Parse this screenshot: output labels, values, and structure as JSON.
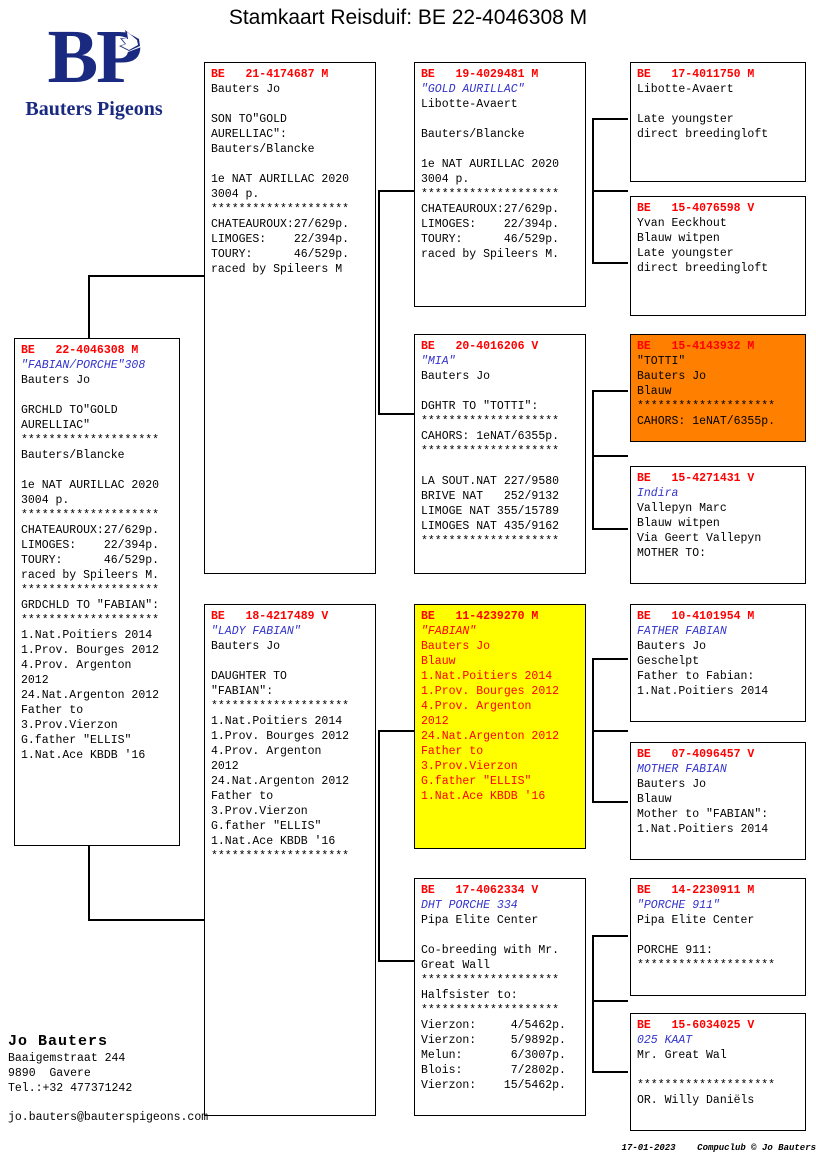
{
  "document": {
    "title": "Stamkaart Reisduif: BE  22-4046308 M",
    "logo": {
      "letters": "BP",
      "subtitle": "Bauters Pigeons",
      "icon": "pigeon-silhouette",
      "color": "#1a2a80"
    }
  },
  "colors": {
    "ring_red": "#ff0000",
    "nickname_blue": "#3333cc",
    "highlight_yellow": "#ffff00",
    "highlight_orange": "#ff8000",
    "text_black": "#000000"
  },
  "subject": {
    "ring": "BE   22-4046308 M",
    "nickname": "\"FABIAN/PORCHE\"308",
    "body": "Bauters Jo\n\nGRCHLD TO\"GOLD\nAURELLIAC\"\n********************\nBauters/Blancke\n\n1e NAT AURILLAC 2020\n3004 p.\n********************\nCHATEAUROUX:27/629p.\nLIMOGES:    22/394p.\nTOURY:      46/529p.\nraced by Spileers M.\n********************\nGRDCHLD TO \"FABIAN\":\n********************\n1.Nat.Poitiers 2014\n1.Prov. Bourges 2012\n4.Prov. Argenton\n2012\n24.Nat.Argenton 2012\nFather to\n3.Prov.Vierzon\nG.father \"ELLIS\"\n1.Nat.Ace KBDB '16"
  },
  "generation2": {
    "sire": {
      "ring": "BE   21-4174687 M",
      "nickname": "",
      "body": "Bauters Jo\n\nSON TO\"GOLD\nAURELLIAC\":\nBauters/Blancke\n\n1e NAT AURILLAC 2020\n3004 p.\n********************\nCHATEAUROUX:27/629p.\nLIMOGES:    22/394p.\nTOURY:      46/529p.\nraced by Spileers M",
      "highlight": "none"
    },
    "dam": {
      "ring": "BE   18-4217489 V",
      "nickname": "\"LADY FABIAN\"",
      "body": "Bauters Jo\n\nDAUGHTER TO\n\"FABIAN\":\n********************\n1.Nat.Poitiers 2014\n1.Prov. Bourges 2012\n4.Prov. Argenton\n2012\n24.Nat.Argenton 2012\nFather to\n3.Prov.Vierzon\nG.father \"ELLIS\"\n1.Nat.Ace KBDB '16\n********************",
      "highlight": "none"
    }
  },
  "generation3": {
    "sire_sire": {
      "ring": "BE   19-4029481 M",
      "nickname": "\"GOLD AURILLAC\"",
      "body": "Libotte-Avaert\n\nBauters/Blancke\n\n1e NAT AURILLAC 2020\n3004 p.\n********************\nCHATEAUROUX:27/629p.\nLIMOGES:    22/394p.\nTOURY:      46/529p.\nraced by Spileers M.",
      "highlight": "none"
    },
    "sire_dam": {
      "ring": "BE   20-4016206 V",
      "nickname": "\"MIA\"",
      "body": "Bauters Jo\n\nDGHTR TO \"TOTTI\":\n********************\nCAHORS: 1eNAT/6355p.\n********************\n\nLA SOUT.NAT 227/9580\nBRIVE NAT   252/9132\nLIMOGE NAT 355/15789\nLIMOGES NAT 435/9162\n********************",
      "highlight": "none"
    },
    "dam_sire": {
      "ring": "BE   11-4239270 M",
      "nickname": "\"FABIAN\"",
      "body": "Bauters Jo\nBlauw\n1.Nat.Poitiers 2014\n1.Prov. Bourges 2012\n4.Prov. Argenton\n2012\n24.Nat.Argenton 2012\nFather to\n3.Prov.Vierzon\nG.father \"ELLIS\"\n1.Nat.Ace KBDB '16",
      "highlight": "yellow"
    },
    "dam_dam": {
      "ring": "BE   17-4062334 V",
      "nickname": "DHT PORCHE 334",
      "body": "Pipa Elite Center\n\nCo-breeding with Mr.\nGreat Wall\n********************\nHalfsister to:\n********************\nVierzon:     4/5462p.\nVierzon:     5/9892p.\nMelun:       6/3007p.\nBlois:       7/2802p.\nVierzon:    15/5462p.",
      "highlight": "none"
    }
  },
  "generation4": {
    "b1": {
      "ring": "BE   17-4011750 M",
      "nickname": "",
      "body": "Libotte-Avaert\n\nLate youngster\ndirect breedingloft",
      "highlight": "none"
    },
    "b2": {
      "ring": "BE   15-4076598 V",
      "nickname": "",
      "body": "Yvan Eeckhout\nBlauw witpen\nLate youngster\ndirect breedingloft",
      "highlight": "none"
    },
    "b3": {
      "ring": "BE   15-4143932 M",
      "nickname": "\"TOTTI\"",
      "body": "Bauters Jo\nBlauw\n********************\nCAHORS: 1eNAT/6355p.",
      "highlight": "orange"
    },
    "b4": {
      "ring": "BE   15-4271431 V",
      "nickname": "Indira",
      "body": "Vallepyn Marc\nBlauw witpen\nVia Geert Vallepyn\nMOTHER TO:",
      "highlight": "none"
    },
    "b5": {
      "ring": "BE   10-4101954 M",
      "nickname": "FATHER FABIAN",
      "body": "Bauters Jo\nGeschelpt\nFather to Fabian:\n1.Nat.Poitiers 2014",
      "highlight": "none"
    },
    "b6": {
      "ring": "BE   07-4096457 V",
      "nickname": "MOTHER FABIAN",
      "body": "Bauters Jo\nBlauw\nMother to \"FABIAN\":\n1.Nat.Poitiers 2014",
      "highlight": "none"
    },
    "b7": {
      "ring": "BE   14-2230911 M",
      "nickname": "\"PORCHE 911\"",
      "body": "Pipa Elite Center\n\nPORCHE 911:\n********************",
      "highlight": "none"
    },
    "b8": {
      "ring": "BE   15-6034025 V",
      "nickname": "025 KAAT",
      "body": "Mr. Great Wal\n\n********************\nOR. Willy Daniëls",
      "highlight": "none"
    }
  },
  "footer": {
    "owner_name": "Jo Bauters",
    "address_line1": "Baaigemstraat 244",
    "address_line2": "9890  Gavere",
    "phone": "Tel.:+32 477371242",
    "email": "jo.bauters@bauterspigeons.com",
    "date": "17-01-2023",
    "credit": "Compuclub © Jo Bauters"
  }
}
